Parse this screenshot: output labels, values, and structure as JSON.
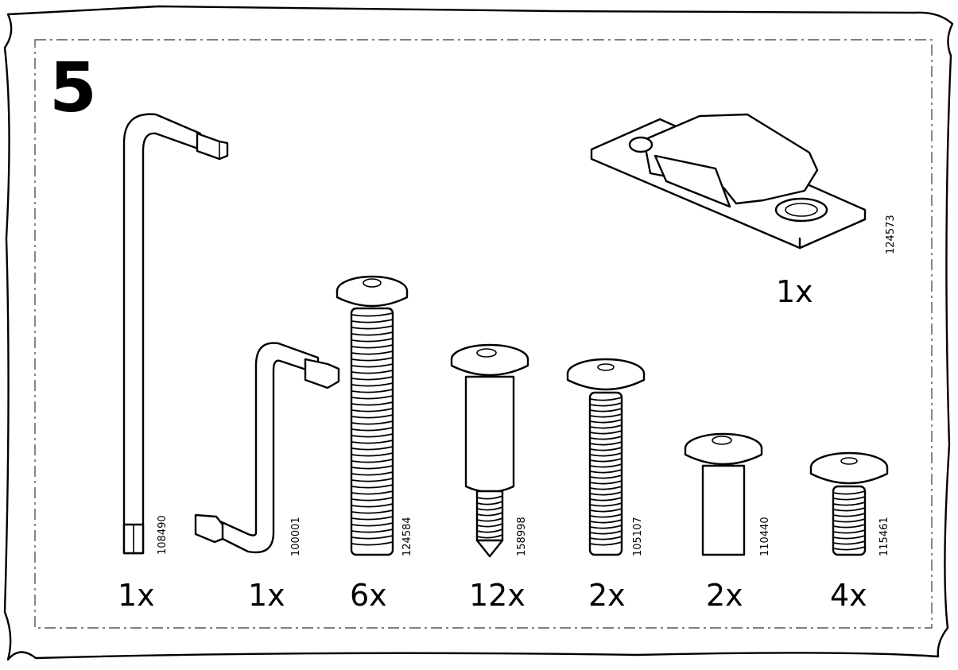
{
  "step": "5",
  "parts": [
    {
      "id": "allen-key-long",
      "code": "108490",
      "qty": "1x"
    },
    {
      "id": "allen-key-short",
      "code": "100001",
      "qty": "1x"
    },
    {
      "id": "bolt-long",
      "code": "124584",
      "qty": "6x"
    },
    {
      "id": "shoulder-screw",
      "code": "158998",
      "qty": "12x"
    },
    {
      "id": "bolt-medium",
      "code": "105107",
      "qty": "2x"
    },
    {
      "id": "barrel-nut",
      "code": "110440",
      "qty": "2x"
    },
    {
      "id": "bolt-short",
      "code": "115461",
      "qty": "4x"
    },
    {
      "id": "bracket",
      "code": "124573",
      "qty": "1x"
    }
  ]
}
